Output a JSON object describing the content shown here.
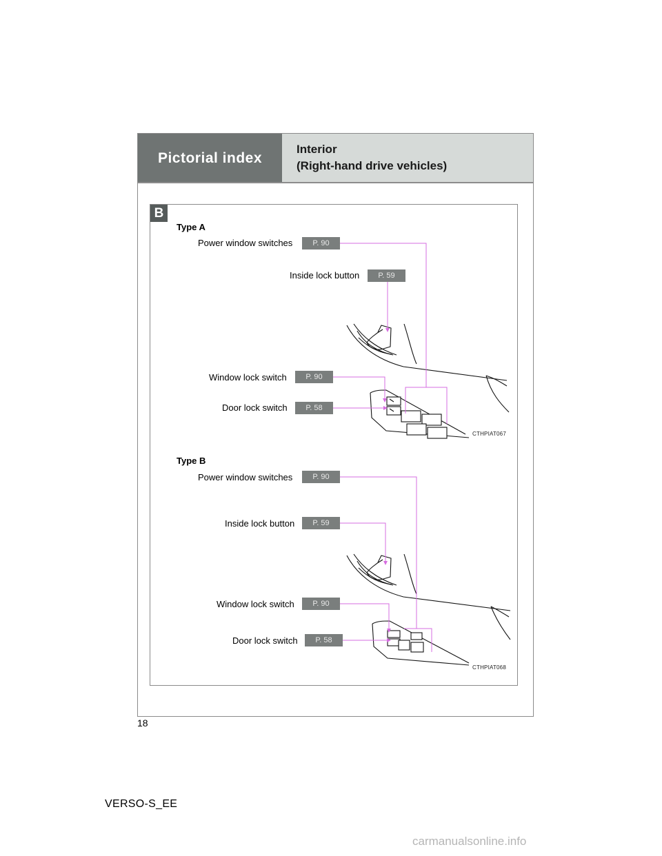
{
  "header": {
    "section_title": "Pictorial index",
    "subtitle_line1": "Interior",
    "subtitle_line2": "(Right-hand drive vehicles)"
  },
  "section_badge": "B",
  "type_a": {
    "title": "Type A",
    "callouts": [
      {
        "label": "Power window switches",
        "ref": "P. 90"
      },
      {
        "label": "Inside lock button",
        "ref": "P. 59"
      },
      {
        "label": "Window lock switch",
        "ref": "P. 90"
      },
      {
        "label": "Door lock switch",
        "ref": "P. 58"
      }
    ],
    "image_code": "CTHPIAT067"
  },
  "type_b": {
    "title": "Type B",
    "callouts": [
      {
        "label": "Power window switches",
        "ref": "P. 90"
      },
      {
        "label": "Inside lock button",
        "ref": "P. 59"
      },
      {
        "label": "Window lock switch",
        "ref": "P. 90"
      },
      {
        "label": "Door lock switch",
        "ref": "P. 58"
      }
    ],
    "image_code": "CTHPIAT068"
  },
  "page_number": "18",
  "document_id": "VERSO-S_EE",
  "watermark": "carmanualsonline.info",
  "colors": {
    "header_dark": "#6f7473",
    "header_light": "#d6dad8",
    "ref_badge": "#7a7e7d",
    "leader_line": "#d66de0"
  }
}
